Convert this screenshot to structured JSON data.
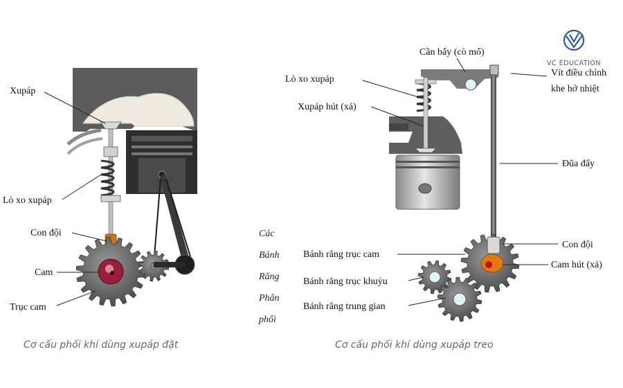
{
  "brand": {
    "text": "VC EDUCATION",
    "logo_icon": "vc-education-logo-icon",
    "color": "#2a5aa8"
  },
  "left": {
    "caption": "Cơ cấu phối khí dùng xupáp đặt",
    "labels": {
      "valve": "Xupáp",
      "valve_spring": "Lò xo xupáp",
      "tappet": "Con đội",
      "cam": "Cam",
      "camshaft": "Trục cam"
    }
  },
  "right": {
    "caption": "Cơ cấu phối khí dùng xupáp treo",
    "labels": {
      "rocker_arm": "Cần bẩy (cò mổ)",
      "adjust_screw_1": "Vít điều chỉnh",
      "adjust_screw_2": "khe hở nhiệt",
      "valve_spring": "Lò xo xupáp",
      "intake_valve": "Xupáp hút (xả)",
      "push_rod": "Đũa đẩy",
      "tappet": "Con đội",
      "cam_gear": "Bánh răng trục cam",
      "intake_cam": "Cam hút (xả)",
      "crank_gear": "Bánh răng trục khuỷu",
      "idler_gear": "Bánh răng trung gian"
    },
    "side_words": [
      "Các",
      "Bánh",
      "Răng",
      "Phân",
      "phối"
    ]
  },
  "colors": {
    "metal_dark": "#5a5a5a",
    "metal_mid": "#8c8c8c",
    "metal_light": "#c8c8c8",
    "cam_red": "#9a1f3c",
    "cam_orange": "#e07b12",
    "tappet_orange": "#c8741f",
    "spring": "#3a3a3a"
  }
}
